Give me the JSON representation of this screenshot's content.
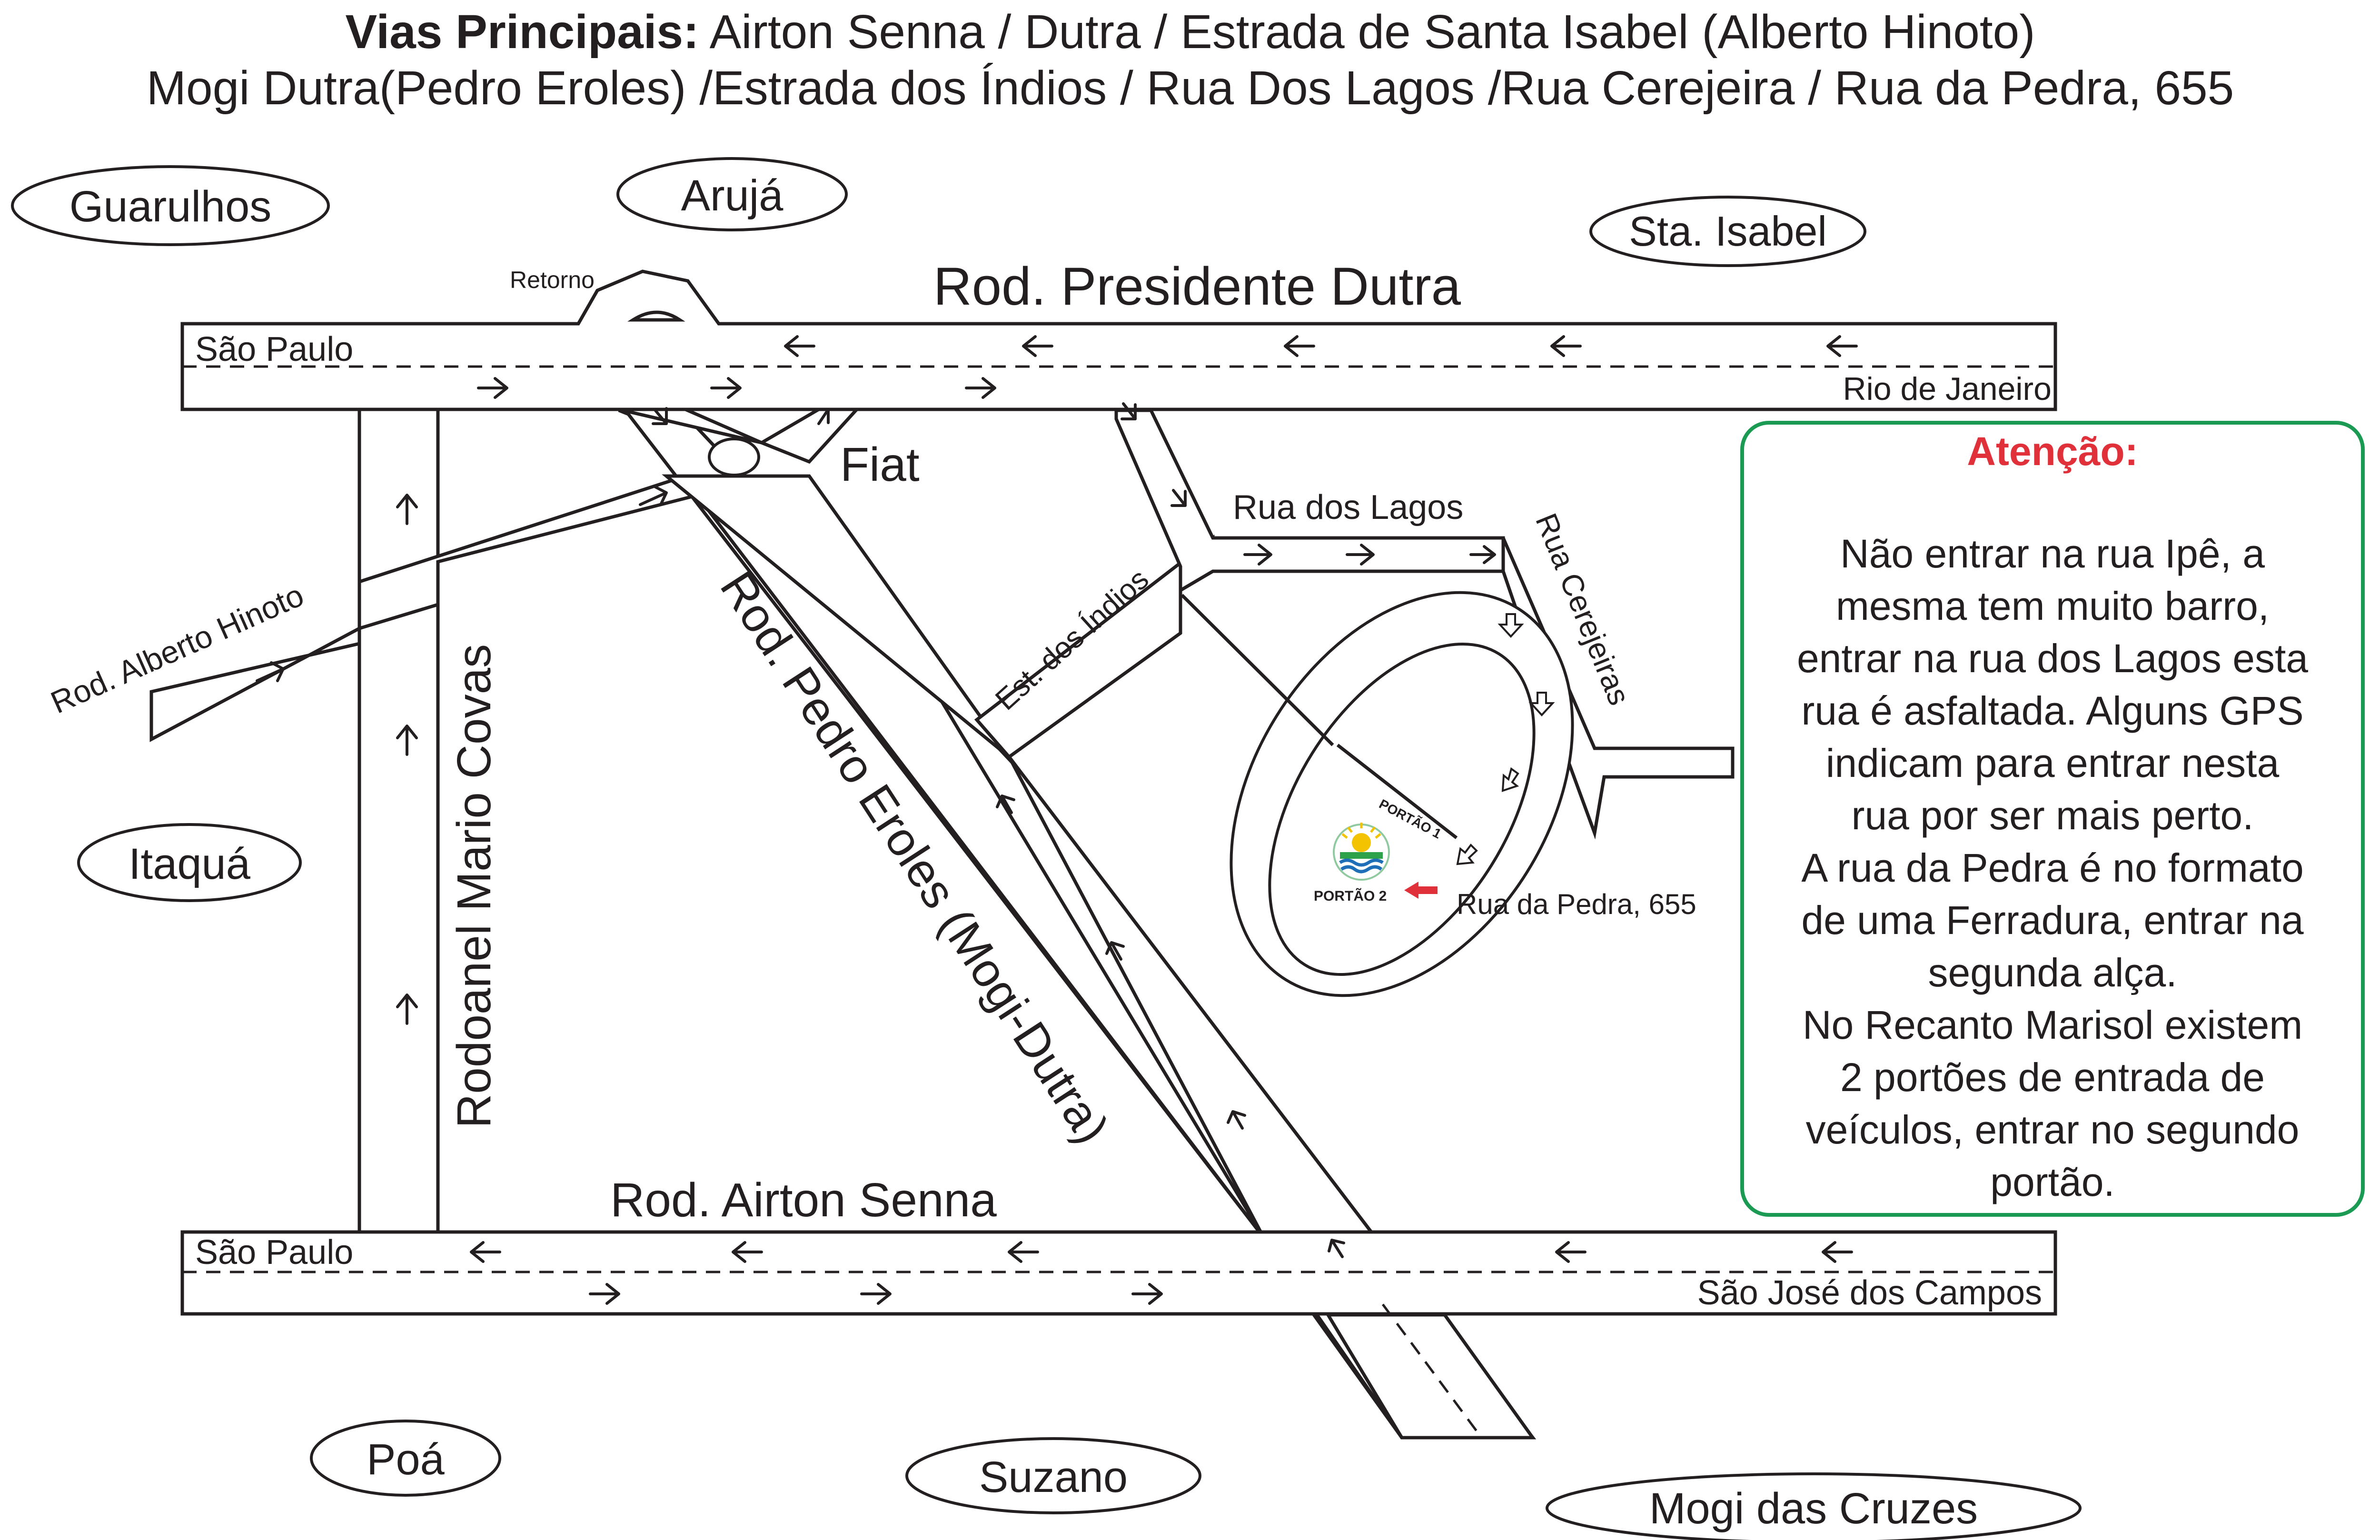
{
  "header": {
    "line1_bold": "Vias Principais:",
    "line1_rest": " Airton Senna / Dutra / Estrada de Santa Isabel (Alberto Hinoto)",
    "line2": "Mogi Dutra(Pedro Eroles) /Estrada dos Índios / Rua Dos Lagos /Rua Cerejeira / Rua da Pedra, 655"
  },
  "cities": {
    "guarulhos": "Guarulhos",
    "aruja": "Arujá",
    "sta_isabel": "Sta. Isabel",
    "itaqua": "Itaquá",
    "poa": "Poá",
    "suzano": "Suzano",
    "mogi": "Mogi das Cruzes"
  },
  "roads": {
    "dutra": "Rod. Presidente Dutra",
    "retorno": "Retorno",
    "sao_paulo_top": "São Paulo",
    "rio": "Rio de Janeiro",
    "fiat": "Fiat",
    "rua_lagos": "Rua dos Lagos",
    "rua_cerejeiras": "Rua Cerejeiras",
    "est_indios": "Est. dos Índios",
    "alberto_hinoto": "Rod. Alberto Hinoto",
    "mario_covas": "Rodoanel Mario Covas",
    "pedro_eroles": "Rod. Pedro Eroles (Mogi-Dutra)",
    "airton_senna": "Rod. Airton Senna",
    "sao_paulo_bottom": "São Paulo",
    "sao_jose": "São José dos Campos",
    "portao1": "PORTÃO 1",
    "portao2": "PORTÃO 2",
    "rua_pedra": "Rua da Pedra, 655"
  },
  "note": {
    "title": "Atenção:",
    "body": "Não entrar na rua Ipê, a\nmesma tem muito barro,\nentrar na rua dos Lagos esta\nrua é asfaltada. Alguns GPS\nindicam para entrar nesta\nrua por ser mais perto.\nA rua da Pedra é no formato\nde uma Ferradura, entrar na\nsegunda alça.\nNo Recanto Marisol existem\n2 portões de entrada de\nveículos, entrar no  segundo\nportão."
  },
  "colors": {
    "note_border": "#1a9a52",
    "note_title": "#e0303a",
    "gate_arrow": "#e0303a",
    "logo_sun": "#f3c300",
    "logo_water": "#1e6fb8",
    "logo_green": "#2ea24a"
  },
  "icons": {
    "gate_marker": "red-arrow-icon",
    "logo": "sun-over-waves-logo-icon",
    "direction": "arrow-icon"
  }
}
